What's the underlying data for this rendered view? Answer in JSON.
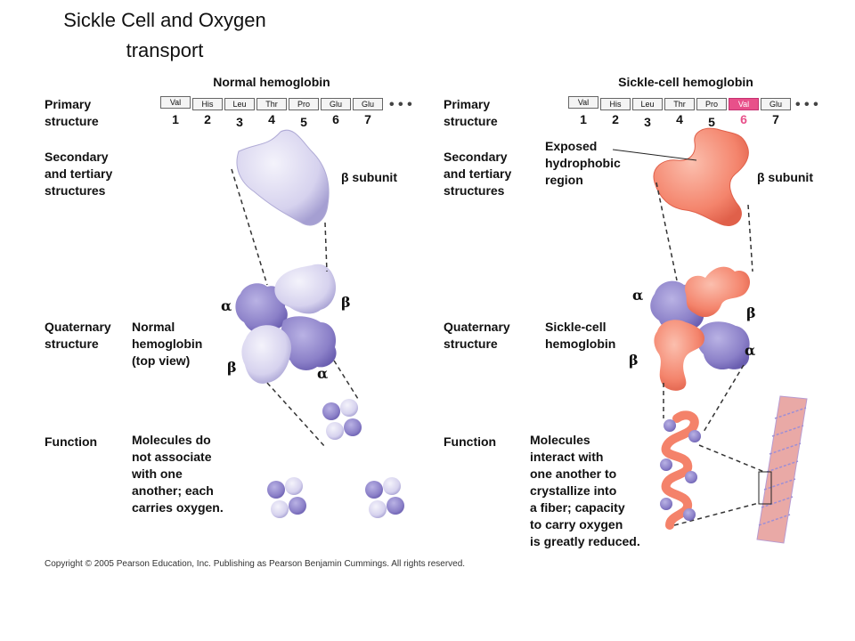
{
  "title_line1": "Sickle Cell and Oxygen",
  "title_line2": "transport",
  "normal": {
    "heading": "Normal hemoglobin",
    "primary_label": "Primary\nstructure",
    "secondary_label": "Secondary\nand tertiary\nstructures",
    "quaternary_label": "Quaternary\nstructure",
    "function_label": "Function",
    "amino_acids": [
      "Val",
      "His",
      "Leu",
      "Thr",
      "Pro",
      "Glu",
      "Glu"
    ],
    "positions": [
      "1",
      "2",
      "3",
      "4",
      "5",
      "6",
      "7"
    ],
    "subunit_label": "β subunit",
    "quaternary_desc": "Normal\nhemoglobin\n(top view)",
    "function_desc": "Molecules do\nnot associate\nwith one\nanother; each\ncarries oxygen.",
    "alpha": "α",
    "beta": "β"
  },
  "sickle": {
    "heading": "Sickle-cell hemoglobin",
    "primary_label": "Primary\nstructure",
    "secondary_label": "Secondary\nand tertiary\nstructures",
    "quaternary_label": "Quaternary\nstructure",
    "function_label": "Function",
    "amino_acids": [
      "Val",
      "His",
      "Leu",
      "Thr",
      "Pro",
      "Val",
      "Glu"
    ],
    "positions": [
      "1",
      "2",
      "3",
      "4",
      "5",
      "6",
      "7"
    ],
    "exposed_label": "Exposed\nhydrophobic\nregion",
    "subunit_label": "β subunit",
    "quaternary_desc": "Sickle-cell\nhemoglobin",
    "function_desc": "Molecules\ninteract with\none another to\ncrystallize into\na fiber; capacity\nto carry oxygen\nis greatly reduced.",
    "alpha": "α",
    "beta": "β",
    "mutation_color": "#e8508a"
  },
  "copyright": "Copyright © 2005 Pearson Education, Inc. Publishing as Pearson Benjamin Cummings. All rights reserved.",
  "colors": {
    "alpha_purple": "#8b7fc9",
    "beta_lavender": "#d9d6f0",
    "sickle_salmon": "#f4826a"
  }
}
